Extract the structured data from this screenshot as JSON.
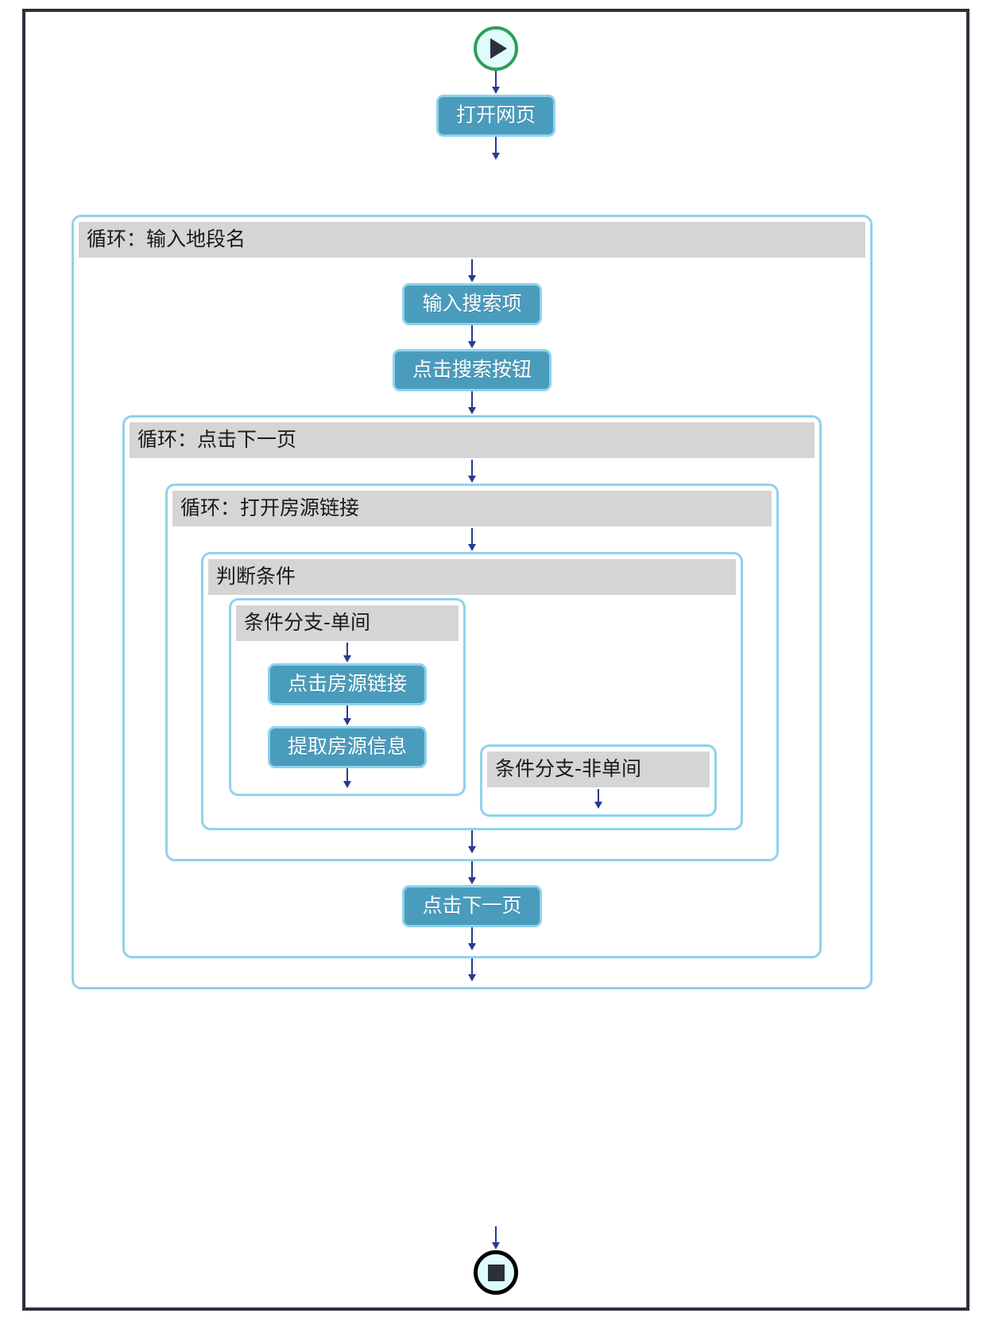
{
  "diagram": {
    "type": "flowchart",
    "title": "",
    "start_node": {
      "icon": "play-icon",
      "label": ""
    },
    "end_node": {
      "icon": "stop-icon",
      "label": ""
    },
    "nodes": {
      "open_page": "打开网页",
      "input_search_term": "输入搜索项",
      "click_search_button": "点击搜索按钮",
      "click_listing_link": "点击房源链接",
      "extract_listing_info": "提取房源信息",
      "click_next_page": "点击下一页"
    },
    "loops": {
      "district": "循环：输入地段名",
      "next_page": "循环：点击下一页",
      "open_listing": "循环：打开房源链接"
    },
    "condition": {
      "header": "判断条件",
      "branch_single": "条件分支-单间",
      "branch_non_single": "条件分支-非单间"
    }
  },
  "colors": {
    "frame_border": "#2b303a",
    "block_border": "#8fd2ec",
    "block_header_bg": "#d5d5d5",
    "action_fill": "#4a9cbd",
    "action_border": "#8fd2ec",
    "action_text": "#ffffff",
    "arrow": "#2b3a8f",
    "start_ring": "#2f9e55",
    "end_ring": "#000000",
    "terminator_fill": "#e0fbfb",
    "canvas_bg": "#ffffff"
  }
}
